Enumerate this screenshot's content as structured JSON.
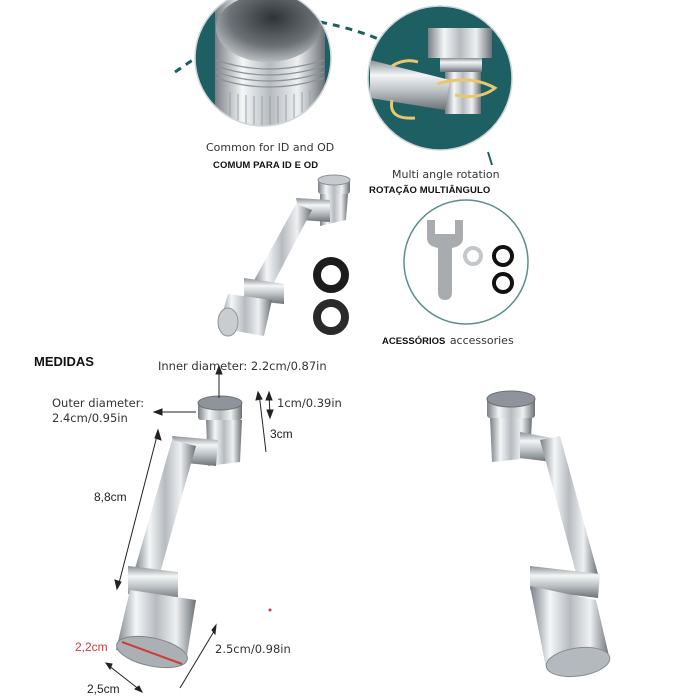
{
  "colors": {
    "teal": "#1d5f63",
    "chrome_light": "#eef0f2",
    "chrome_mid": "#b9bec3",
    "chrome_dark": "#5d6368",
    "gasket": "#1a1a1a",
    "arrow_yellow": "#e8c86a",
    "dimension_red": "#d23a3a"
  },
  "features": {
    "thread": {
      "label_en": "Common for ID and OD",
      "label_pt": "COMUM PARA ID E OD",
      "icon": "threaded-connector-icon"
    },
    "rotation": {
      "label_en": "Multi angle rotation",
      "label_pt": "ROTAÇÃO MULTIÂNGULO",
      "icon": "rotation-arrows-icon"
    },
    "accessories": {
      "label_pt": "ACESSÓRIOS",
      "label_en": "accessories",
      "items": [
        "wrench-icon",
        "washer-icon",
        "gasket-icon",
        "gasket-icon"
      ]
    }
  },
  "measurements": {
    "title": "MEDIDAS",
    "inner_diameter": "Inner diameter: 2.2cm/0.87in",
    "outer_diameter_line1": "Outer diameter:",
    "outer_diameter_line2": "2.4cm/0.95in",
    "thread_height": "1cm/0.39in",
    "connector_height": "3cm",
    "arm_length": "8,8cm",
    "outlet_diameter": "2,2cm",
    "outlet_length": "2.5cm/0.98in",
    "outlet_width": "2,5cm"
  }
}
